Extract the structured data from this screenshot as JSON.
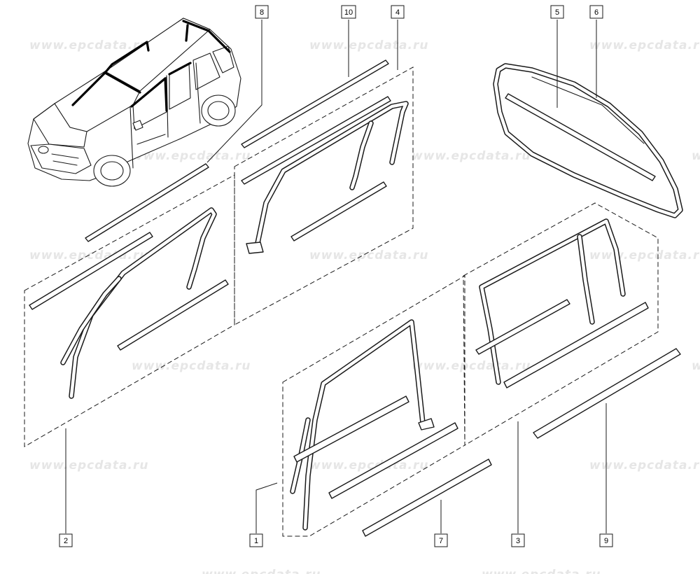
{
  "watermark": {
    "text": "www.epcdata.ru"
  },
  "callouts": [
    {
      "id": "8",
      "label": "8"
    },
    {
      "id": "10",
      "label": "10"
    },
    {
      "id": "4",
      "label": "4"
    },
    {
      "id": "5",
      "label": "5"
    },
    {
      "id": "6",
      "label": "6"
    },
    {
      "id": "2",
      "label": "2"
    },
    {
      "id": "1",
      "label": "1"
    },
    {
      "id": "7",
      "label": "7"
    },
    {
      "id": "3",
      "label": "3"
    },
    {
      "id": "9",
      "label": "9"
    }
  ]
}
